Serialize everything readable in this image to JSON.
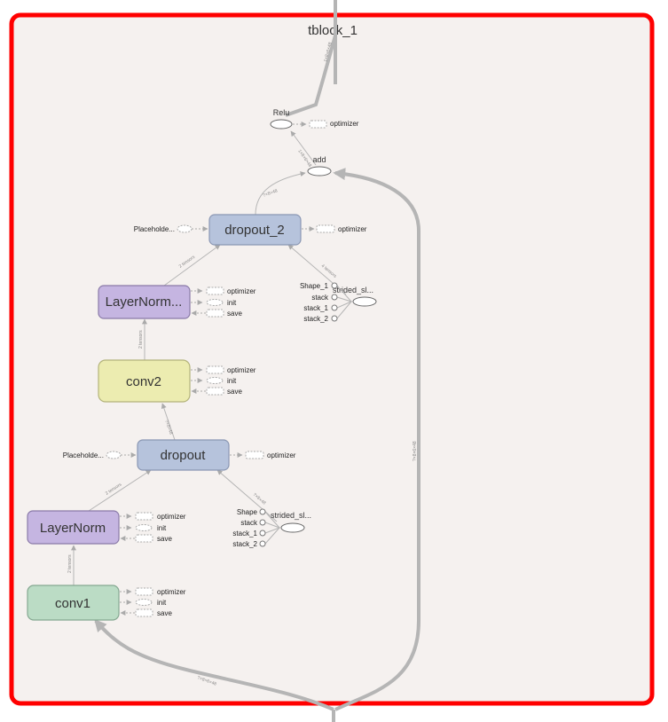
{
  "group": {
    "title": "tblock_1",
    "border_color": "#ff0000",
    "fill_color": "#f5f1ef"
  },
  "nodes": {
    "relu": "Relu",
    "add": "add",
    "dropout_2": "dropout_2",
    "dropout": "dropout",
    "layernorm_top": "LayerNorm...",
    "layernorm_bottom": "LayerNorm",
    "conv2": "conv2",
    "conv1": "conv1",
    "placeholder_top": "Placeholde...",
    "placeholder_bottom": "Placeholde...",
    "strided_top": "strided_sl...",
    "strided_bottom": "strided_sl..."
  },
  "aux_labels": {
    "optimizer": "optimizer",
    "init": "init",
    "save": "save"
  },
  "const_top": [
    "Shape_1",
    "stack",
    "stack_1",
    "stack_2"
  ],
  "const_bottom": [
    "Shape",
    "stack",
    "stack_1",
    "stack_2"
  ],
  "colors": {
    "dropout": "#b6c3dc",
    "layernorm": "#c5b5e1",
    "conv2": "#ececb0",
    "conv1": "#bbdcc5"
  }
}
